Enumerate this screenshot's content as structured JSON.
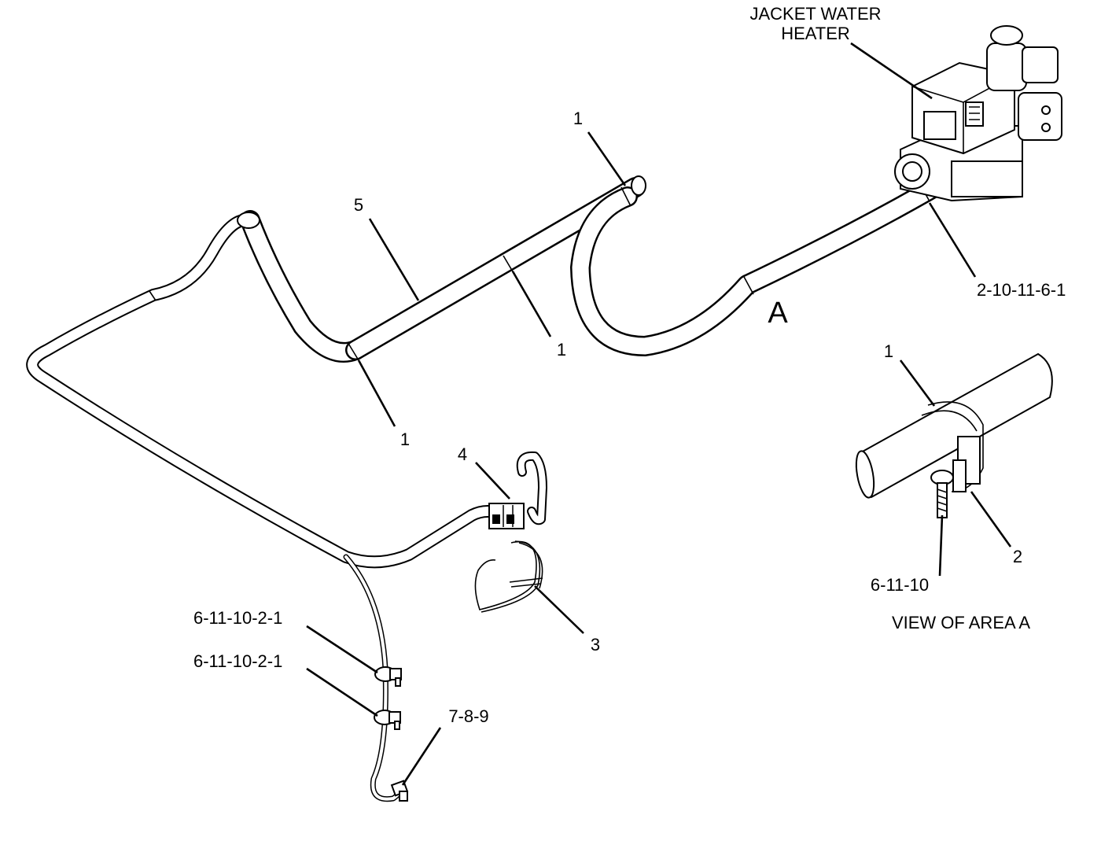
{
  "labels": {
    "jacket_water_heater": [
      "JACKET WATER",
      "HEATER"
    ],
    "clip_1_top": "1",
    "tube_5": "5",
    "clip_1_mid": "1",
    "clip_1_left": "1",
    "clip_ref_a": "2-10-11-6-1",
    "area_marker": "A",
    "connector_4": "4",
    "harness_3": "3",
    "clamp_upper": "6-11-10-2-1",
    "clamp_lower": "6-11-10-2-1",
    "fitting": "7-8-9",
    "detail_clip_1": "1",
    "detail_bracket_2": "2",
    "detail_bolt": "6-11-10",
    "detail_caption": "VIEW OF AREA A"
  }
}
